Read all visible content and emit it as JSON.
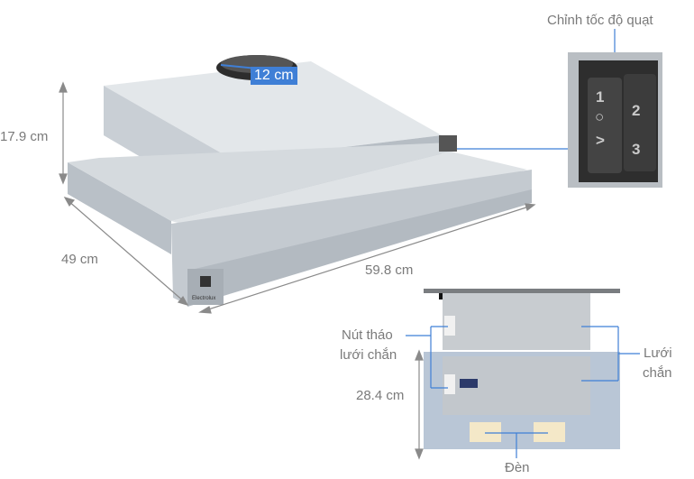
{
  "product": {
    "type": "range-hood",
    "brand": "Electrolux"
  },
  "dimensions": {
    "height": "17.9 cm",
    "depth": "49 cm",
    "width": "59.8 cm",
    "duct_diameter": "12 cm",
    "front_height": "28.4 cm"
  },
  "callouts": {
    "fan_speed": "Chỉnh tốc độ quạt",
    "filter_release": "Nút tháo\nlưới chắn",
    "filter_release_line1": "Nút tháo",
    "filter_release_line2": "lưới chắn",
    "filter": "Lưới chắn",
    "filter_line1": "Lưới",
    "filter_line2": "chắn",
    "light": "Đèn"
  },
  "switch_panel": {
    "left_rocker": [
      "1",
      "○",
      ">"
    ],
    "right_rocker": [
      "2",
      "3"
    ]
  },
  "colors": {
    "label_text": "#7a7a7a",
    "callout_line": "#3f7fd6",
    "dimension_line": "#8a8a8a",
    "steel_light": "#d8dde2",
    "steel_dark": "#a9b0b8",
    "switch_body": "#3a3a3a"
  }
}
